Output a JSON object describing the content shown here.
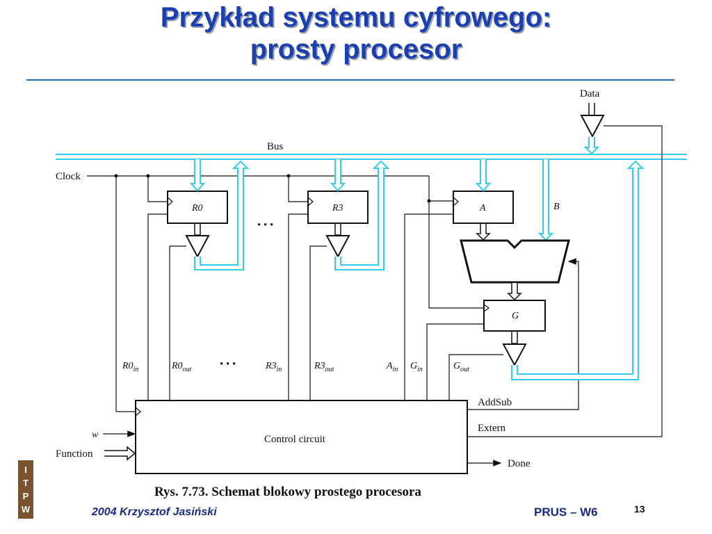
{
  "slide": {
    "title_line1": "Przykład systemu cyfrowego:",
    "title_line2": "prosty procesor",
    "caption": "Rys. 7.73. Schemat blokowy prostego procesora",
    "author": "2004 Krzysztof Jasiński",
    "course": "PRUS – W6",
    "page": "13",
    "logo_letters": [
      "I",
      "T",
      "P",
      "W"
    ]
  },
  "diagram": {
    "data_label": "Data",
    "bus_label": "Bus",
    "clock_label": "Clock",
    "registers": [
      "R0",
      "R3",
      "A",
      "G"
    ],
    "b_label": "B",
    "ellipsis": "• • •",
    "signals": [
      {
        "base": "R0",
        "sub": "in"
      },
      {
        "base": "R0",
        "sub": "out"
      },
      {
        "base": "R3",
        "sub": "in"
      },
      {
        "base": "R3",
        "sub": "out"
      },
      {
        "base": "A",
        "sub": "in"
      },
      {
        "base": "G",
        "sub": "in"
      },
      {
        "base": "G",
        "sub": "out"
      }
    ],
    "control_label": "Control circuit",
    "addsub_label": "AddSub",
    "extern_label": "Extern",
    "done_label": "Done",
    "w_label": "w",
    "function_label": "Function",
    "colors": {
      "bus": "#33ccee",
      "wire": "#111111",
      "title": "#1a3fb0"
    }
  }
}
